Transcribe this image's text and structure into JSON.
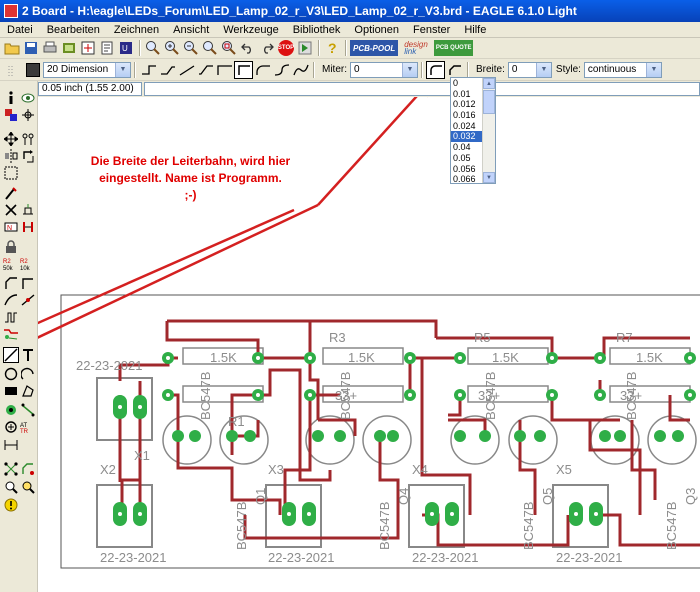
{
  "window": {
    "title": "2 Board - H:\\eagle\\LEDs_Forum\\LED_Lamp_02_r_V3\\LED_Lamp_02_r_V3.brd - EAGLE 6.1.0 Light"
  },
  "menu": [
    "Datei",
    "Bearbeiten",
    "Zeichnen",
    "Ansicht",
    "Werkzeuge",
    "Bibliothek",
    "Optionen",
    "Fenster",
    "Hilfe"
  ],
  "toolbar": {
    "logos": {
      "pcb_pool": "PCB-POOL",
      "design": "design",
      "link": "link",
      "quote": "PCB QUOTE"
    },
    "stop_label": "STOP"
  },
  "wire_params": {
    "layer": "20 Dimension",
    "miter_label": "Miter:",
    "miter_value": "0",
    "width_label": "Breite:",
    "width_value": "0",
    "style_label": "Style:",
    "style_value": "continuous"
  },
  "width_options": [
    "0",
    "0.01",
    "0.012",
    "0.016",
    "0.024",
    "0.032",
    "0.04",
    "0.05",
    "0.056",
    "0.066"
  ],
  "width_selected": "0.032",
  "coordinates": "0.05 inch (1.55 2.00)",
  "annotation": {
    "line1": "Die Breite der Leiterbahn, wird hier",
    "line2": "eingestellt. Name ist Programm.",
    "line3": ";-)"
  },
  "board": {
    "resistor_refs": [
      "R3",
      "R5",
      "R7",
      "R1"
    ],
    "resistor_values": [
      "1.5K",
      "1.5K",
      "1.5K",
      "1.5K"
    ],
    "resistor_mid_values": [
      "33+",
      "33+",
      "33+"
    ],
    "connector_refs": [
      "X1",
      "X2",
      "X3",
      "X4",
      "X5"
    ],
    "transistor_refs": [
      "Q1",
      "Q4",
      "Q5",
      "Q3"
    ],
    "transistor_type": "BC547B",
    "date_label": "22-23-2021"
  },
  "colors": {
    "trace": "#a0282c",
    "pad": "#2fae47",
    "silk": "#8c8c8c",
    "arrow": "#d42020",
    "annotation": "#e00000"
  }
}
